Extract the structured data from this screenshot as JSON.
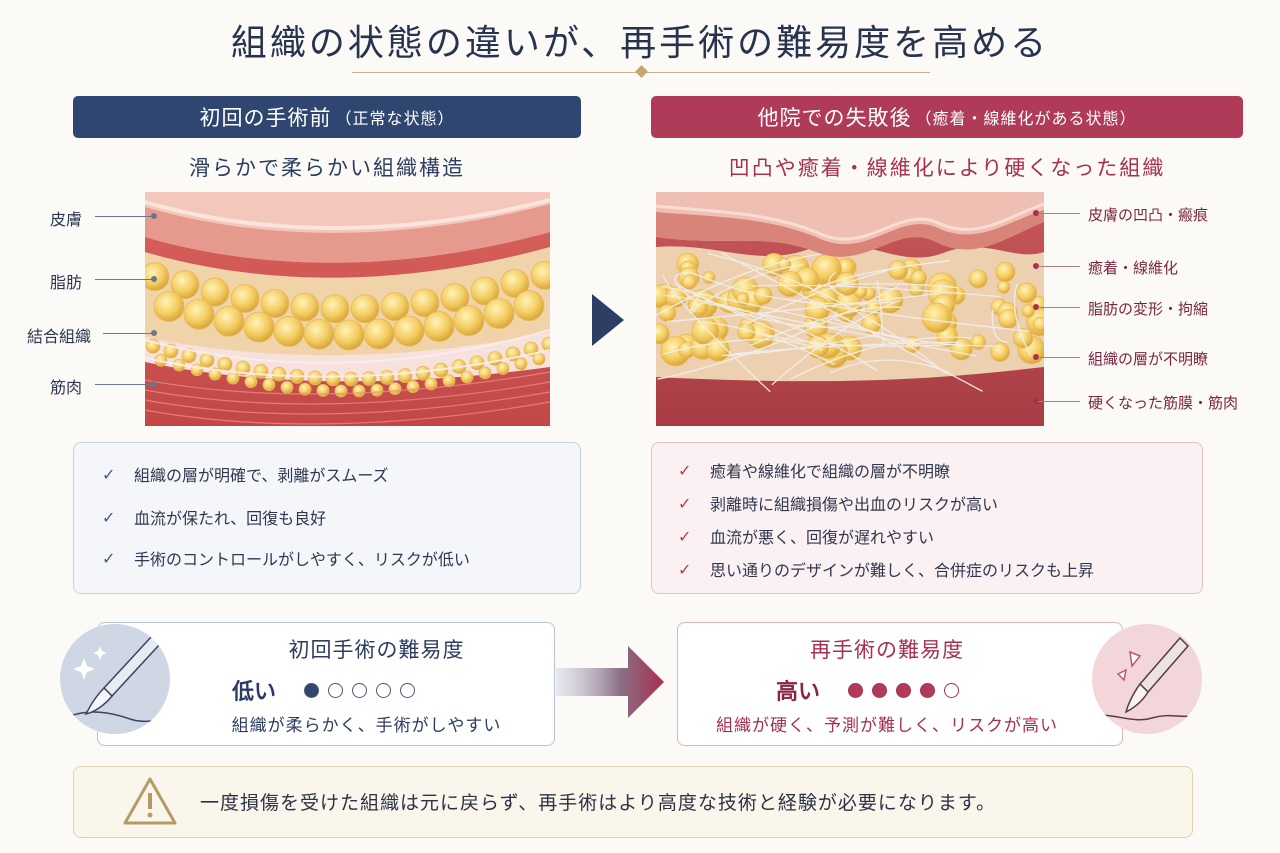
{
  "title": "組織の状態の違いが、再手術の難易度を高める",
  "left": {
    "banner": {
      "main": "初回の手術前",
      "sub": "（正常な状態）"
    },
    "subtitle": "滑らかで柔らかい組織構造",
    "labels": [
      "皮膚",
      "脂肪",
      "結合組織",
      "筋肉"
    ],
    "points": [
      "組織の層が明確で、剥離がスムーズ",
      "血流が保たれ、回復も良好",
      "手術のコントロールがしやすく、リスクが低い"
    ],
    "difficulty": {
      "title": "初回手術の難易度",
      "level_label": "低い",
      "level": 1,
      "max": 5,
      "note": "組織が柔らかく、手術がしやすい"
    }
  },
  "right": {
    "banner": {
      "main": "他院での失敗後",
      "sub": "（癒着・線維化がある状態）"
    },
    "subtitle": "凹凸や癒着・線維化により硬くなった組織",
    "labels": [
      "皮膚の凹凸・瘢痕",
      "癒着・線維化",
      "脂肪の変形・拘縮",
      "組織の層が不明瞭",
      "硬くなった筋膜・筋肉"
    ],
    "points": [
      "癒着や線維化で組織の層が不明瞭",
      "剥離時に組織損傷や出血のリスクが高い",
      "血流が悪く、回復が遅れやすい",
      "思い通りのデザインが難しく、合併症のリスクも上昇"
    ],
    "difficulty": {
      "title": "再手術の難易度",
      "level_label": "高い",
      "level": 4,
      "max": 5,
      "note": "組織が硬く、予測が難しく、リスクが高い"
    }
  },
  "warning": "一度損傷を受けた組織は元に戻らず、再手術はより高度な技術と経験が必要になります。",
  "colors": {
    "navy": "#2f4670",
    "rose": "#b03b58",
    "gold": "#c9b48a"
  },
  "icons": [
    "chevron-right-icon",
    "check-icon",
    "scalpel-icon",
    "sparkle-icon",
    "warning-icon",
    "arrow-right-icon"
  ]
}
